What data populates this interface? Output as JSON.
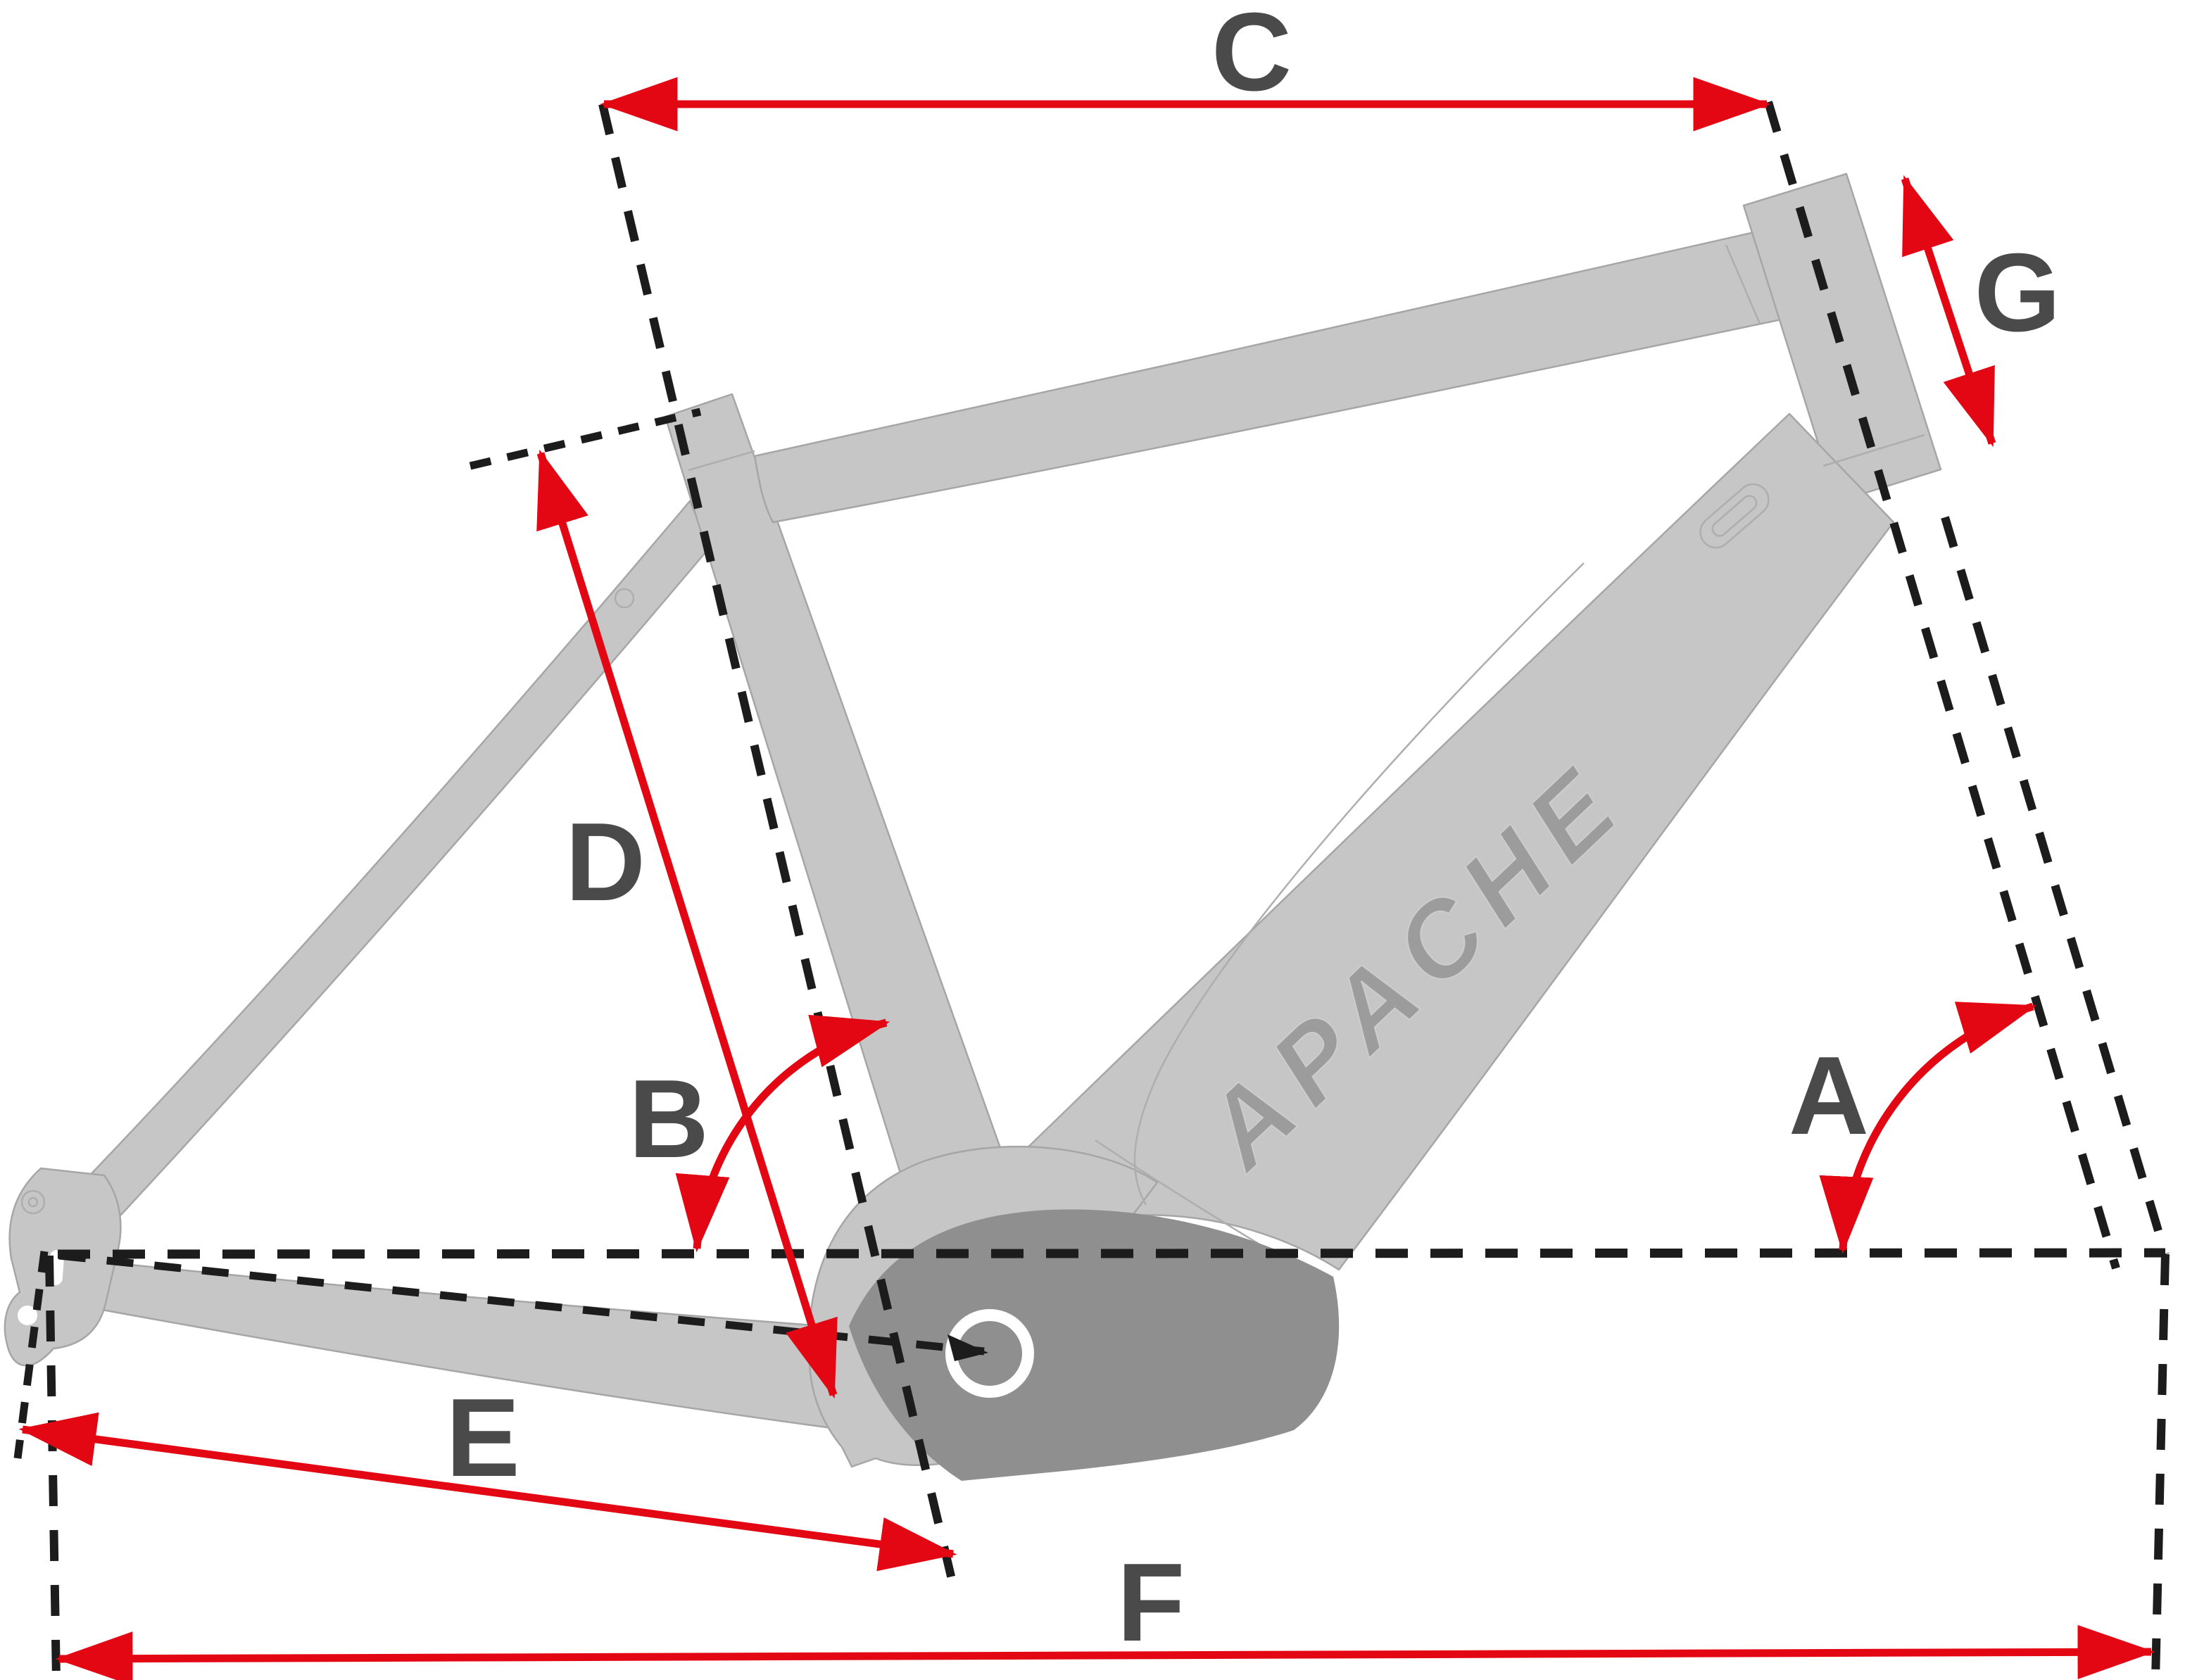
{
  "diagram": {
    "type": "bicycle-frame-geometry-diagram",
    "labels": {
      "a": "A",
      "b": "B",
      "c": "C",
      "d": "D",
      "e": "E",
      "f": "F",
      "g": "G"
    },
    "logo_text": "APACHE",
    "colors": {
      "background": "#ffffff",
      "frame_gray": "#c6c6c6",
      "frame_outline_gray": "#a6a6a6",
      "motor_dark_gray": "#8f8f8f",
      "logo_gray": "#9c9c9c",
      "dimension_red": "#e30613",
      "label_dark_gray": "#4a4a4a",
      "dash_black": "#1c1c1c"
    }
  }
}
